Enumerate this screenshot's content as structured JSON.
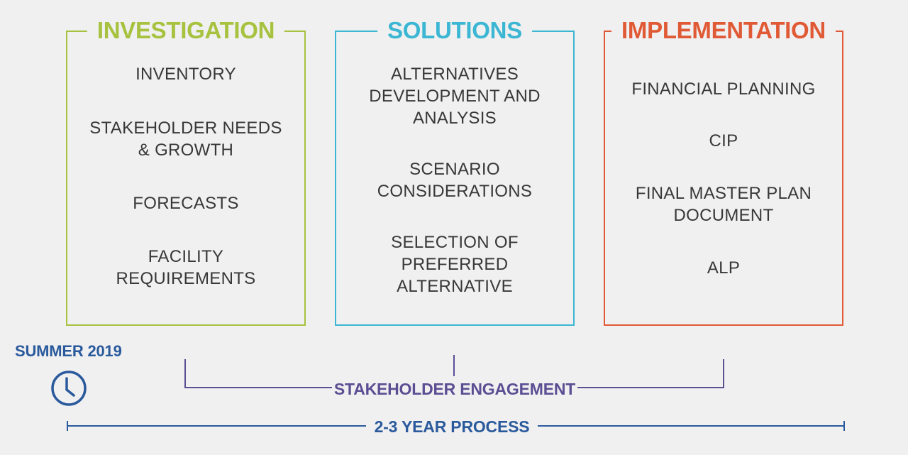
{
  "colors": {
    "investigation": "#a7c23e",
    "solutions": "#3bb6d3",
    "implementation": "#e05a35",
    "engagement": "#5b4e93",
    "process": "#2a5a9c",
    "text": "#383838"
  },
  "phases": [
    {
      "title": "INVESTIGATION",
      "items": [
        [
          "INVENTORY"
        ],
        [
          "STAKEHOLDER NEEDS",
          "& GROWTH"
        ],
        [
          "FORECASTS"
        ],
        [
          "FACILITY",
          "REQUIREMENTS"
        ]
      ]
    },
    {
      "title": "SOLUTIONS",
      "items": [
        [
          "ALTERNATIVES",
          "DEVELOPMENT AND",
          "ANALYSIS"
        ],
        [
          "SCENARIO",
          "CONSIDERATIONS"
        ],
        [
          "SELECTION OF",
          "PREFERRED",
          "ALTERNATIVE"
        ]
      ]
    },
    {
      "title": "IMPLEMENTATION",
      "items": [
        [
          "FINANCIAL PLANNING"
        ],
        [
          "CIP"
        ],
        [
          "FINAL MASTER PLAN",
          "DOCUMENT"
        ],
        [
          "ALP"
        ]
      ]
    }
  ],
  "timeline": {
    "start_label": "SUMMER 2019",
    "clock_icon": "clock-icon",
    "engagement_label": "STAKEHOLDER ENGAGEMENT",
    "process_label": "2-3 YEAR PROCESS"
  }
}
